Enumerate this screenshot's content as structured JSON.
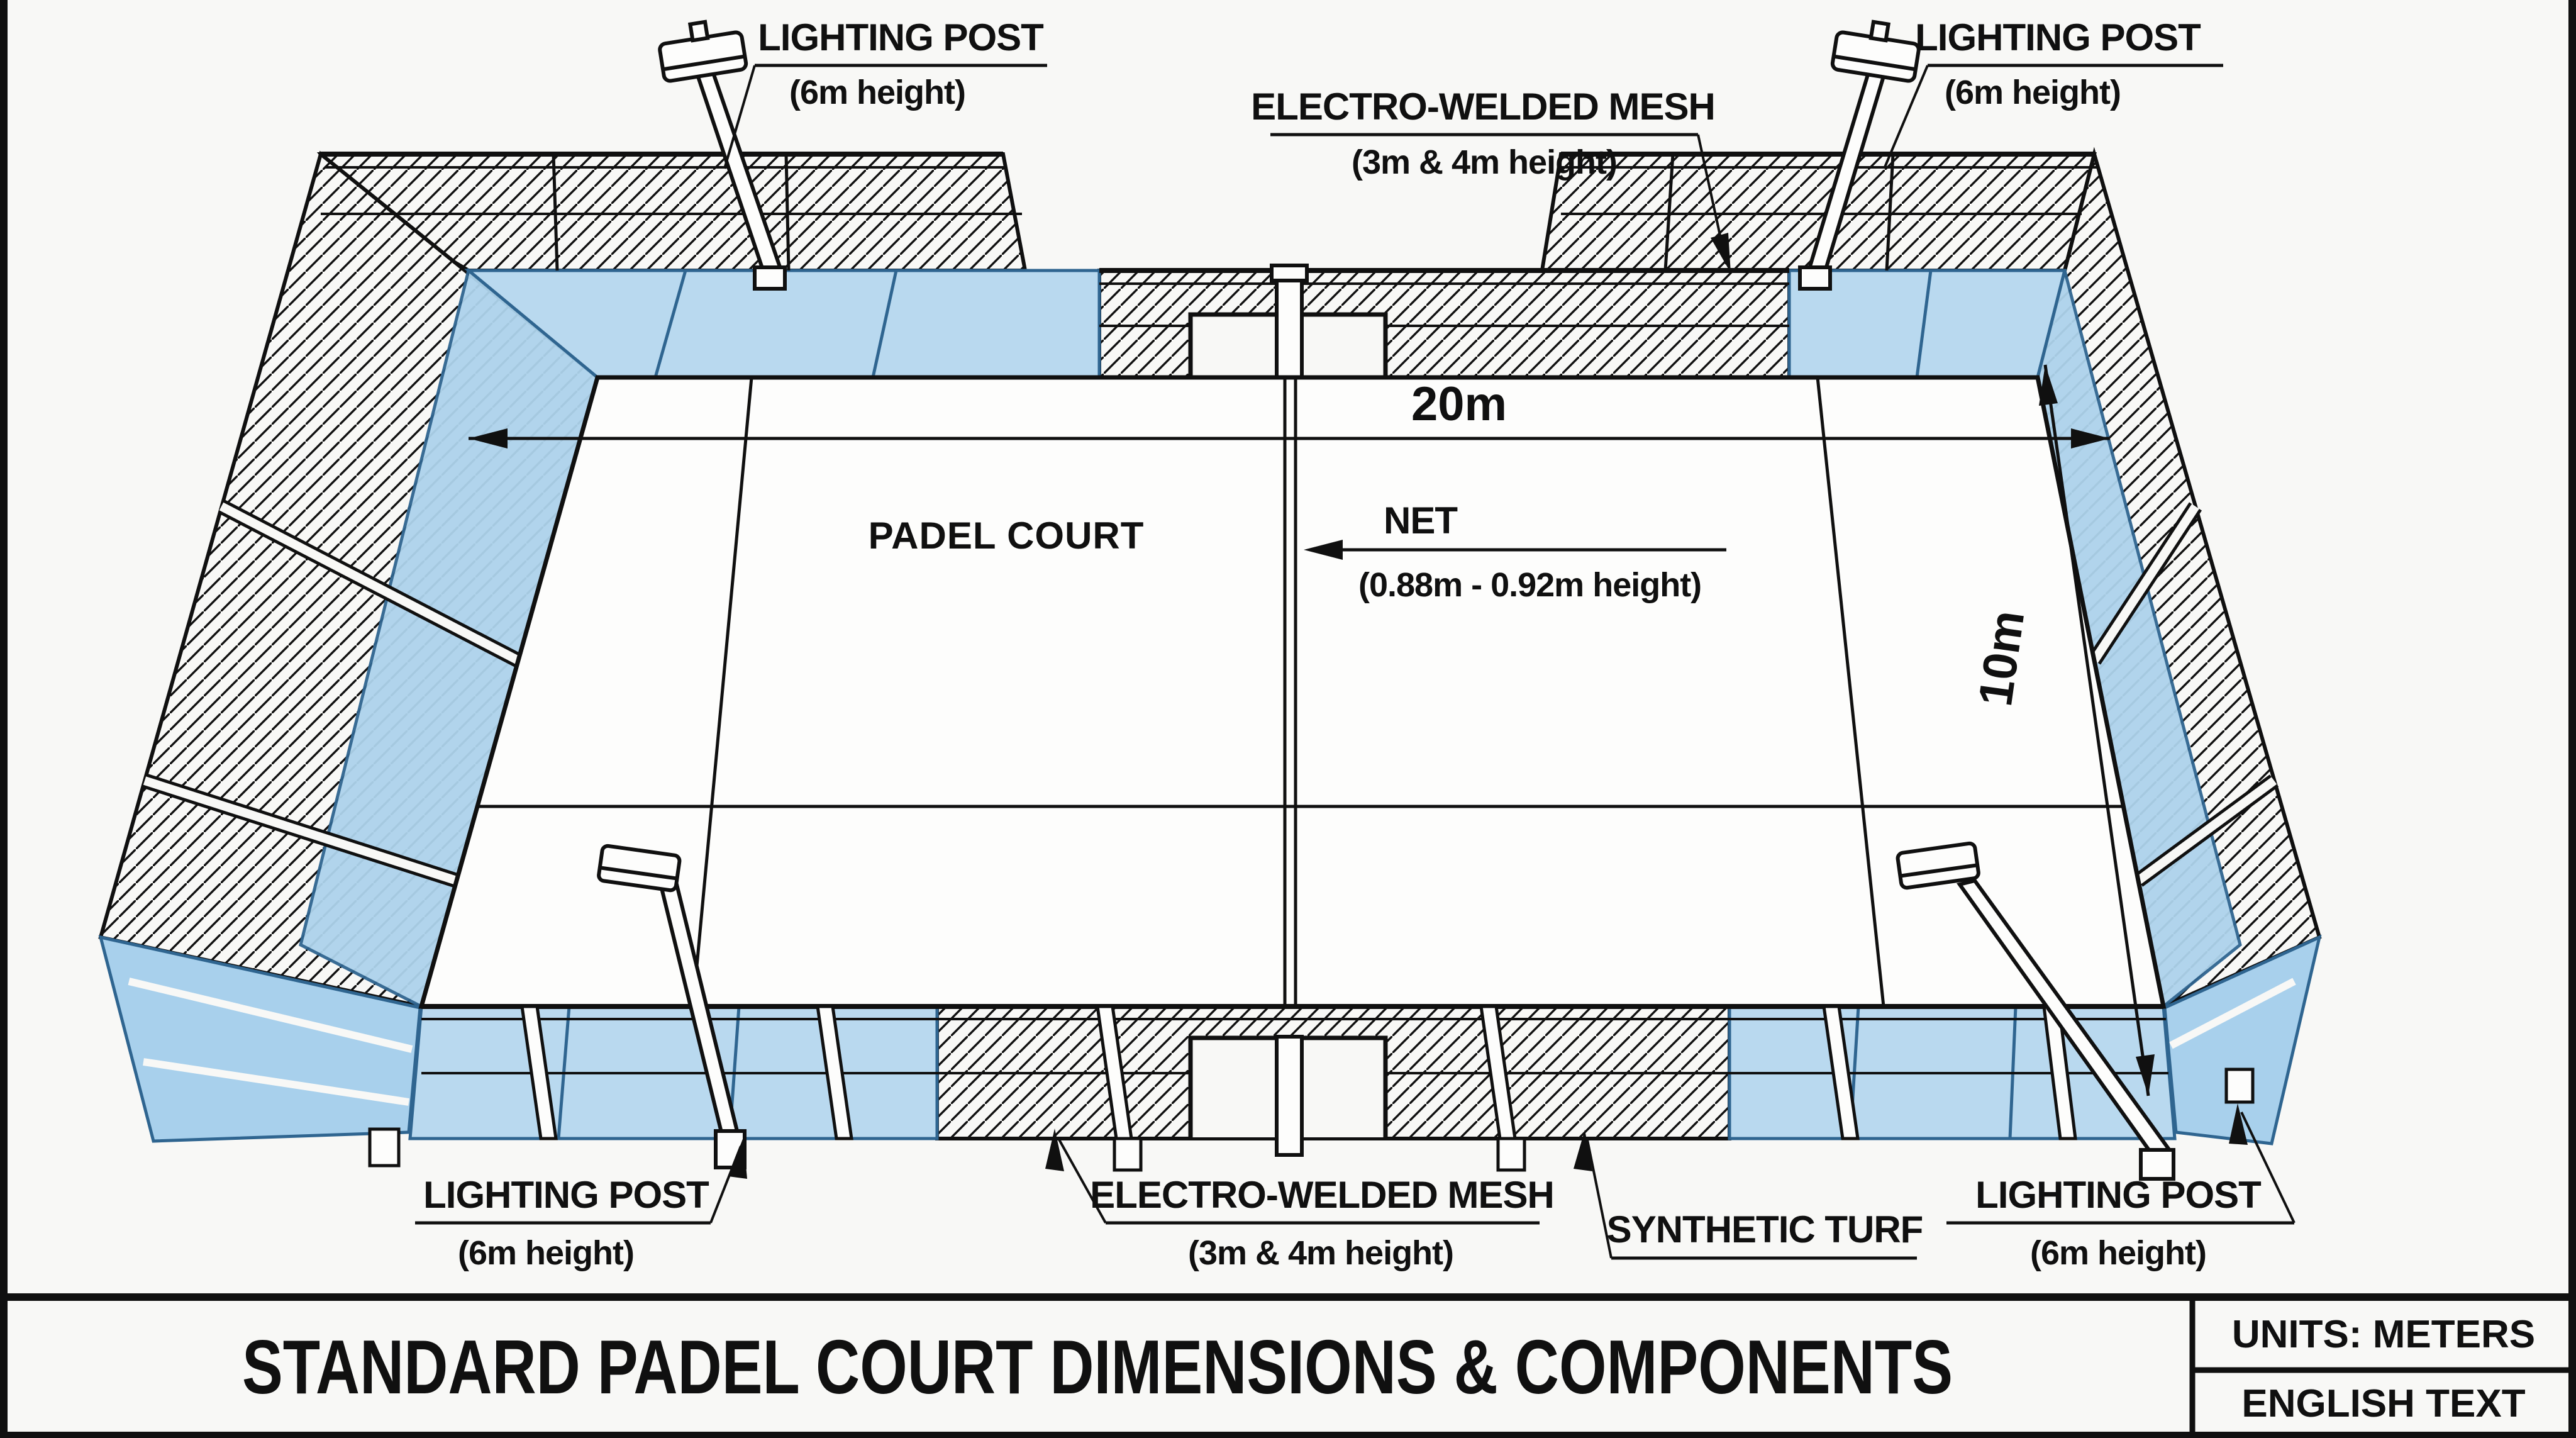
{
  "drawing": {
    "title": "STANDARD PADEL COURT DIMENSIONS & COMPONENTS",
    "units_label": "UNITS: METERS",
    "language_label": "ENGLISH TEXT",
    "court_label": "PADEL COURT",
    "dimensions": {
      "length": {
        "value": "20m"
      },
      "width": {
        "value": "10m"
      }
    },
    "labels": {
      "net": {
        "title": "NET",
        "subtitle": "(0.88m - 0.92m height)"
      },
      "mesh_top": {
        "title": "ELECTRO-WELDED MESH",
        "subtitle": "(3m & 4m height)"
      },
      "mesh_bottom": {
        "title": "ELECTRO-WELDED MESH",
        "subtitle": "(3m & 4m height)"
      },
      "post_top_left": {
        "title": "LIGHTING POST",
        "subtitle": "(6m height)"
      },
      "post_top_right": {
        "title": "LIGHTING POST",
        "subtitle": "(6m height)"
      },
      "post_bottom_left": {
        "title": "LIGHTING POST",
        "subtitle": "(6m height)"
      },
      "post_bottom_right": {
        "title": "LIGHTING POST",
        "subtitle": "(6m height)"
      },
      "turf": {
        "title": "SYNTHETIC TURF"
      }
    },
    "colors": {
      "glass": "#b9d9ef",
      "glass_dark": "#9ec9e6",
      "glass_edge": "#2f6590",
      "ink": "#101010",
      "paper": "#f8f8f6"
    }
  }
}
